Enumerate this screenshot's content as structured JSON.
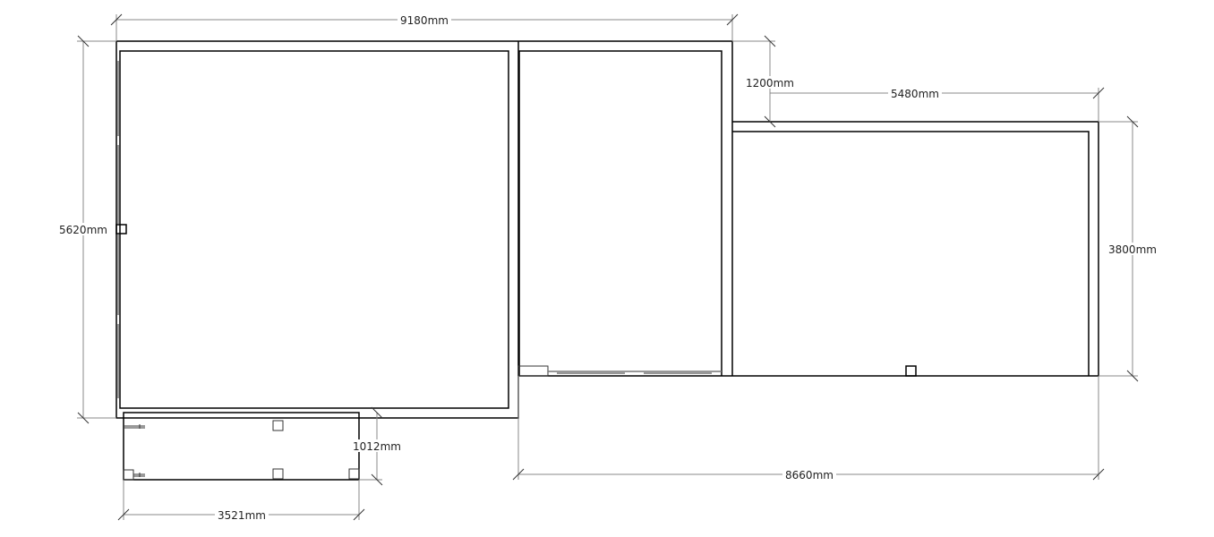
{
  "title": "Floor plan",
  "dimensions": {
    "top_width": "9180mm",
    "left_height": "5620mm",
    "offset": "1200mm",
    "annex_width": "5480mm",
    "annex_height": "3800mm",
    "bottom_right_width": "8660mm",
    "small_room_height": "1012mm",
    "small_room_width": "3521mm"
  }
}
